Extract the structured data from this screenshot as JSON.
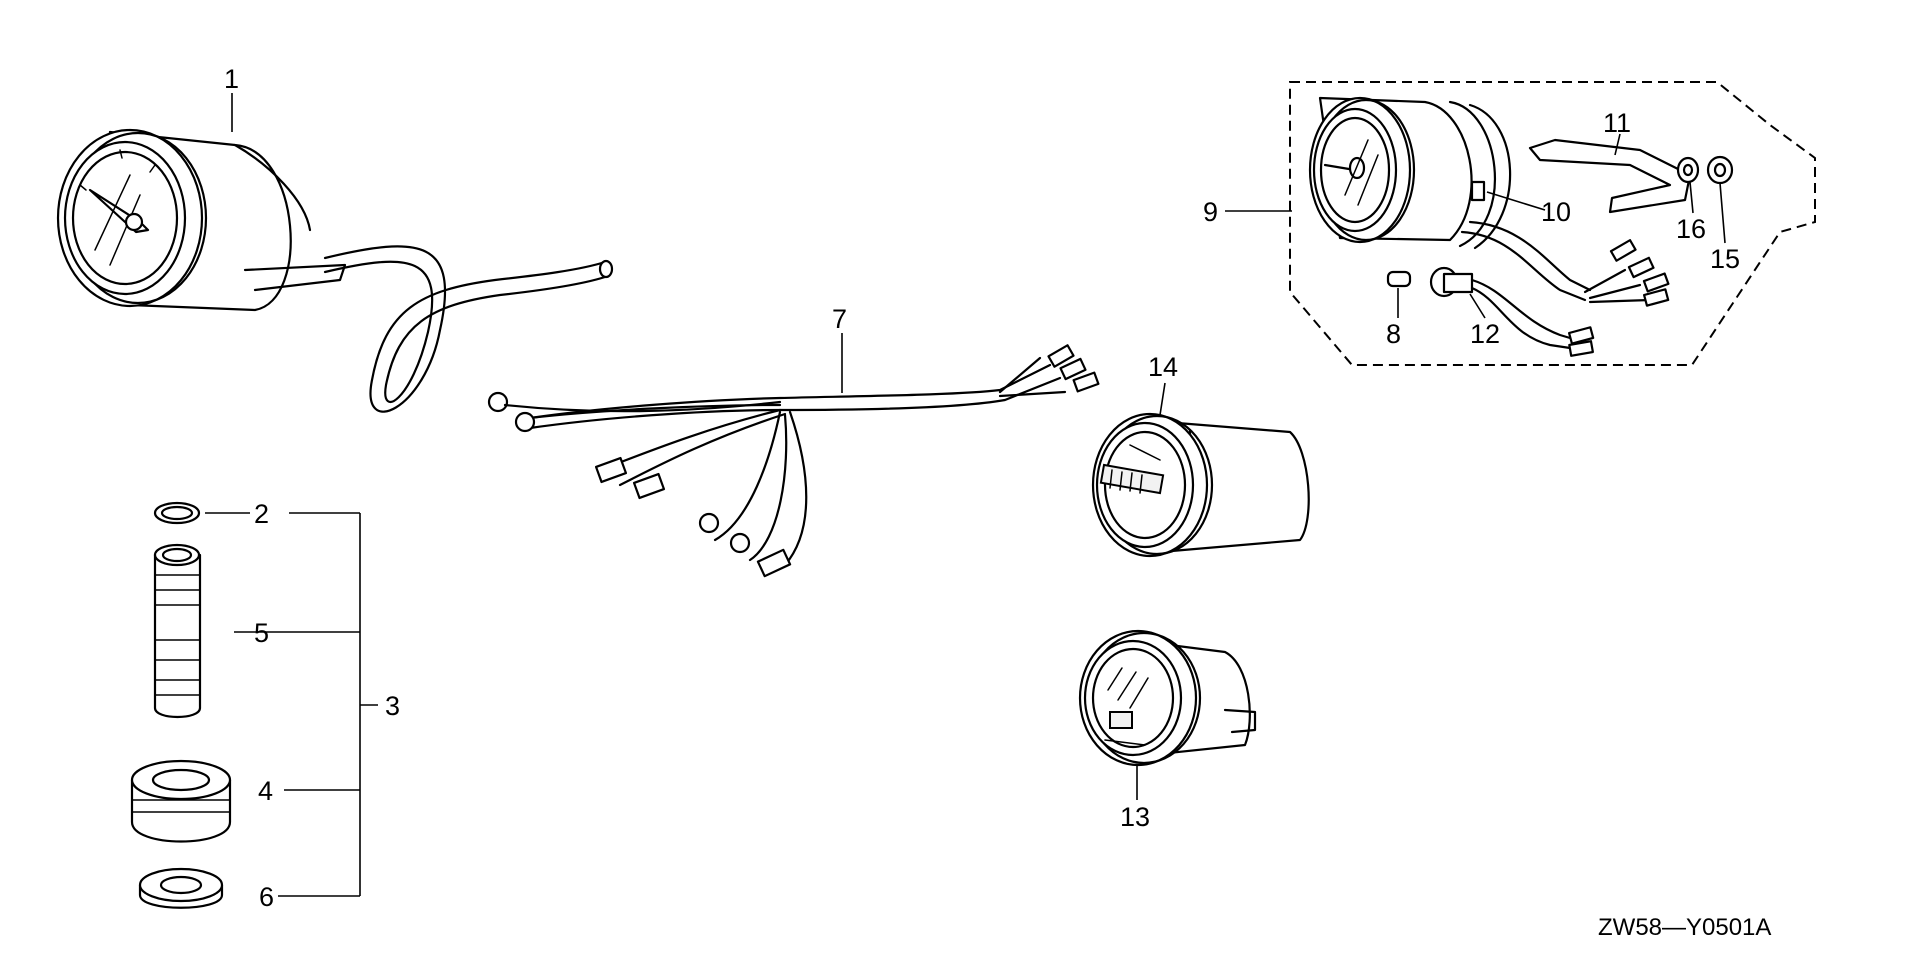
{
  "parts": [
    {
      "id": "1"
    },
    {
      "id": "2"
    },
    {
      "id": "3"
    },
    {
      "id": "4"
    },
    {
      "id": "5"
    },
    {
      "id": "6"
    },
    {
      "id": "7"
    },
    {
      "id": "8"
    },
    {
      "id": "9"
    },
    {
      "id": "10"
    },
    {
      "id": "11"
    },
    {
      "id": "12"
    },
    {
      "id": "13"
    },
    {
      "id": "14"
    },
    {
      "id": "15"
    },
    {
      "id": "16"
    }
  ],
  "diagram_code": "ZW58—Y0501A"
}
